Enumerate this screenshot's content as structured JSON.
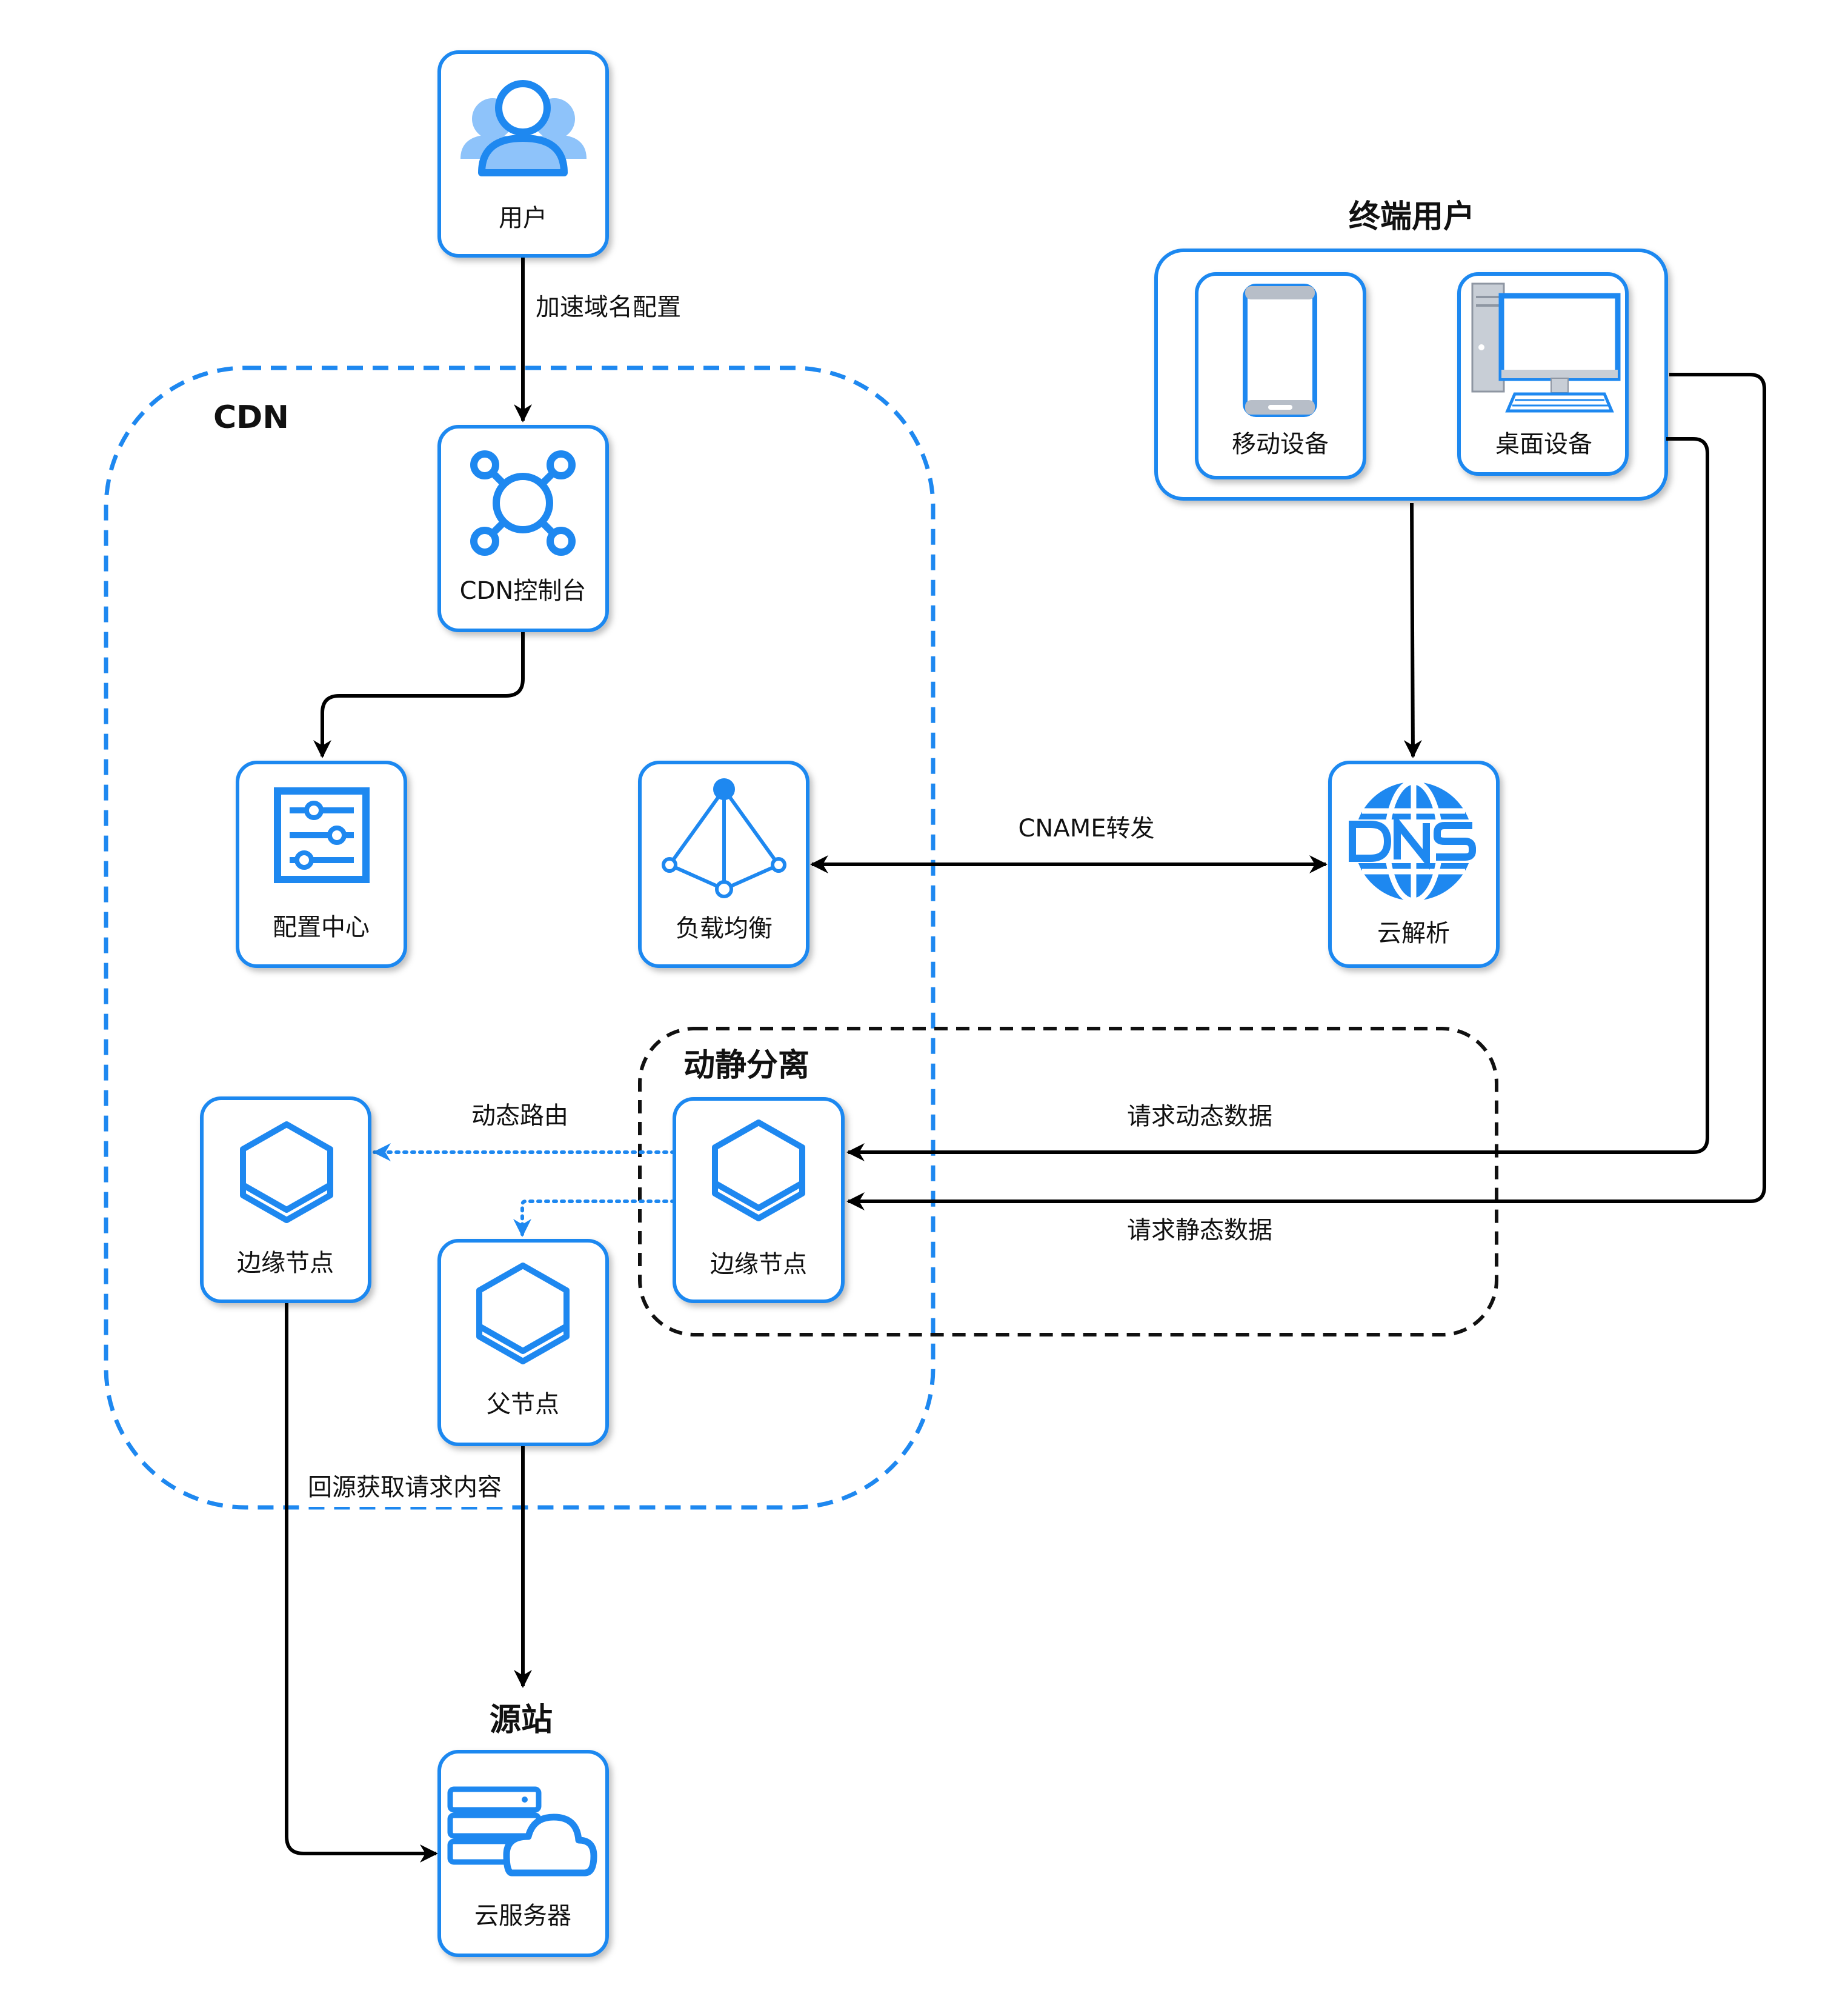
{
  "groups": {
    "cdn": "CDN",
    "terminal_users": "终端用户",
    "dyn_static": "动静分离",
    "origin": "源站"
  },
  "nodes": {
    "user": "用户",
    "cdn_console": "CDN控制台",
    "config_center": "配置中心",
    "load_balancer": "负载均衡",
    "cloud_dns": "云解析",
    "mobile": "移动设备",
    "desktop": "桌面设备",
    "edge_left": "边缘节点",
    "edge_right": "边缘节点",
    "parent": "父节点",
    "cloud_server": "云服务器"
  },
  "edges": {
    "accel_domain": "加速域名配置",
    "cname": "CNAME转发",
    "dynamic_route": "动态路由",
    "req_dynamic": "请求动态数据",
    "req_static": "请求静态数据",
    "back_to_origin": "回源获取请求内容"
  },
  "colors": {
    "accent": "#1E88F0",
    "light_accent": "#8EC3FA",
    "edge": "#000000"
  },
  "icons": {
    "user": "user-group-icon",
    "cdn_console": "network-hub-icon",
    "config_center": "sliders-icon",
    "load_balancer": "load-balancer-icon",
    "cloud_dns": "dns-globe-icon",
    "mobile": "smartphone-icon",
    "desktop": "desktop-computer-icon",
    "edge": "hexagon-cube-icon",
    "cloud_server": "cloud-server-icon"
  }
}
